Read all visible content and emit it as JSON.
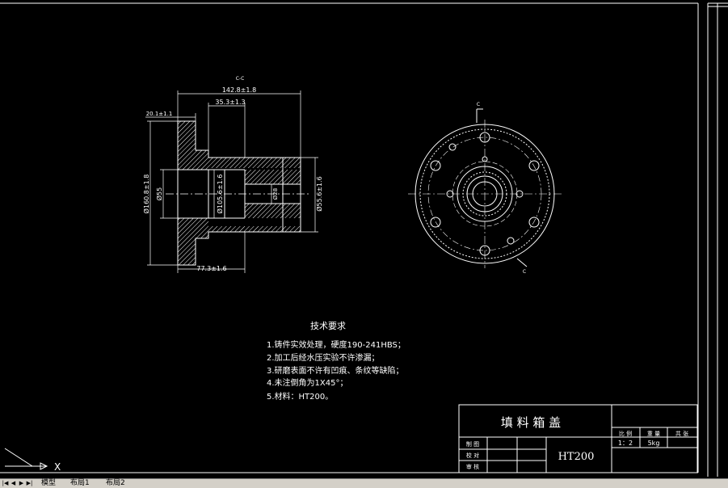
{
  "section_label": "C-C",
  "section_cut_label": "C",
  "dimensions": {
    "overall_length": "142.8±1.8",
    "step_length": "35.3±1.3",
    "flange_thickness": "20.1±1.1",
    "flange_diameter": "Ø160.8±1.8",
    "bore_diameter": "Ø55",
    "inner_diameter": "Ø105.6±1.6",
    "small_bore": "Ø28",
    "outer_diameter": "Ø55.6±1.6",
    "body_length": "77.3±1.6"
  },
  "tech_requirements": {
    "title": "技术要求",
    "items": [
      "1.铸件实效处理，硬度190-241HBS；",
      "2.加工后经水压实验不许渗漏；",
      "3.研磨表面不许有凹痕、条纹等缺陷；",
      "4.未注倒角为1X45°；",
      "5.材料：HT200。"
    ]
  },
  "title_block": {
    "part_name": "填 料 箱 盖",
    "material": "HT200",
    "header_scale": "比 例",
    "header_weight": "重 量",
    "header_sheets": "共  张",
    "scale_value": "1：2",
    "weight_value": "5kg",
    "row_drawn": "制 图",
    "row_checked": "校 对",
    "row_reviewed": "审 核"
  },
  "layout_tabs": [
    "模型",
    "布局1",
    "布局2"
  ],
  "ucs_labels": {
    "x": "X"
  },
  "colors": {
    "background": "#000000",
    "lines": "#ffffff",
    "tab_bar": "#d4d0c8"
  }
}
